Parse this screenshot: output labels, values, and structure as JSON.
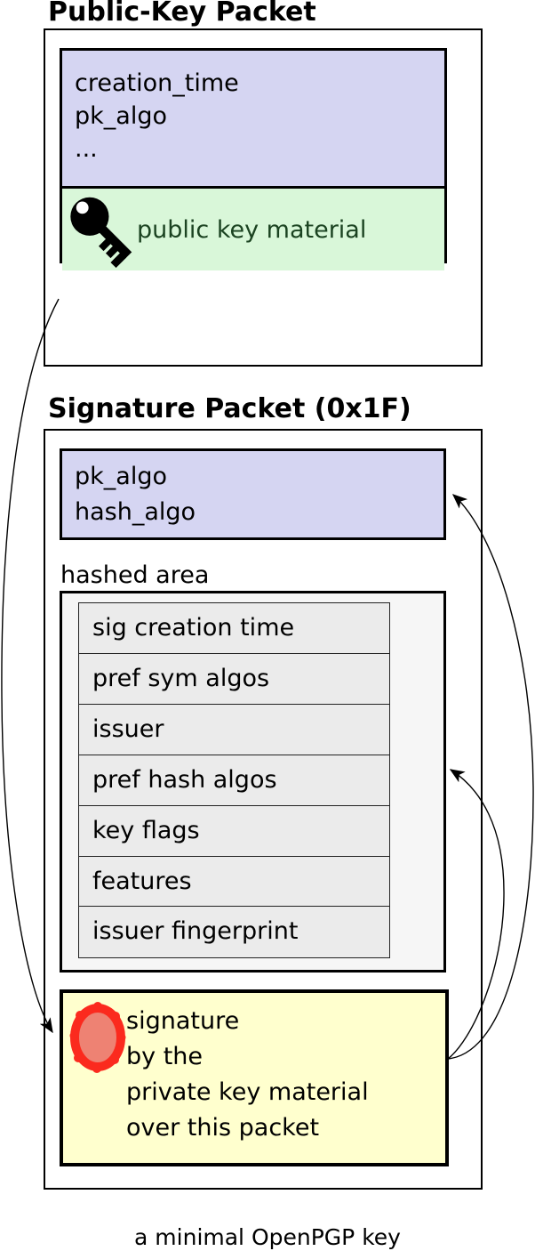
{
  "caption": "a minimal OpenPGP key",
  "public_key_packet": {
    "title": "Public-Key Packet",
    "fields": [
      "creation_time",
      "pk_algo",
      "..."
    ],
    "key_material_label": "public key material",
    "icon": "key-icon"
  },
  "signature_packet": {
    "title": "Signature Packet (0x1F)",
    "fields": [
      "pk_algo",
      "hash_algo"
    ],
    "hashed_area_label": "hashed area",
    "subpackets": [
      "sig creation time",
      "pref sym algos",
      "issuer",
      "pref hash algos",
      "key flags",
      "features",
      "issuer fingerprint"
    ],
    "signature_text": [
      "signature",
      "by the",
      "private key material",
      "over this packet"
    ],
    "icon": "seal-icon"
  },
  "arrows": [
    {
      "id": "pubkey-to-signature",
      "from": "public key material",
      "to": "signature"
    },
    {
      "id": "signature-to-sig-header",
      "from": "signature",
      "to": "pk_algo / hash_algo"
    },
    {
      "id": "signature-to-hashed-area",
      "from": "signature",
      "to": "hashed area"
    }
  ],
  "colors": {
    "field_fill": "#d5d5f2",
    "key_material_fill": "#d9f7d9",
    "key_material_text": "#1b4321",
    "signature_fill": "#ffffce",
    "hashed_fill": "#f6f6f6",
    "row_fill": "#ebebeb",
    "seal_ring": "#fb2a1e",
    "seal_center": "#ee8273"
  }
}
